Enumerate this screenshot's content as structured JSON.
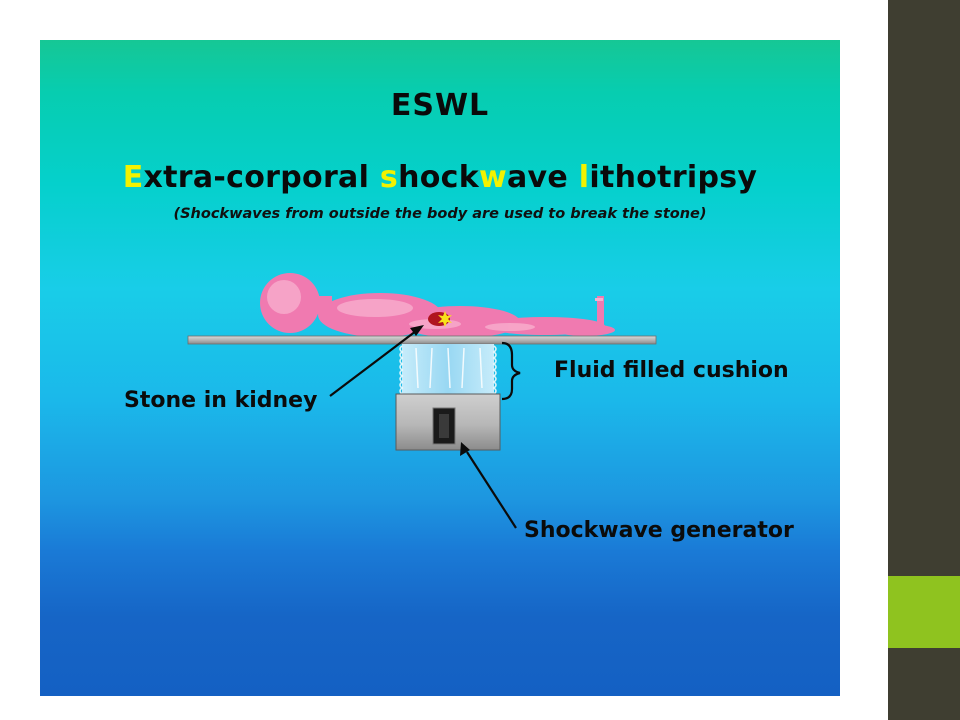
{
  "figure": {
    "title": "ESWL",
    "subtitle_parts": [
      {
        "text": "E",
        "highlight": true
      },
      {
        "text": "xtra-corporal ",
        "highlight": false
      },
      {
        "text": "s",
        "highlight": true
      },
      {
        "text": "hock",
        "highlight": false
      },
      {
        "text": "w",
        "highlight": true
      },
      {
        "text": "ave ",
        "highlight": false
      },
      {
        "text": "l",
        "highlight": true
      },
      {
        "text": "ithotripsy",
        "highlight": false
      }
    ],
    "note": "(Shockwaves from outside the body are used to break the stone)",
    "labels": {
      "stone": "Stone in kidney",
      "cushion": "Fluid filled cushion",
      "generator": "Shockwave generator"
    },
    "colors": {
      "highlight": "#f3f200",
      "body": "#f07ab0",
      "stone": "#b0131f",
      "sidebar": "#3f3e31",
      "accent": "#8fc31f"
    }
  }
}
